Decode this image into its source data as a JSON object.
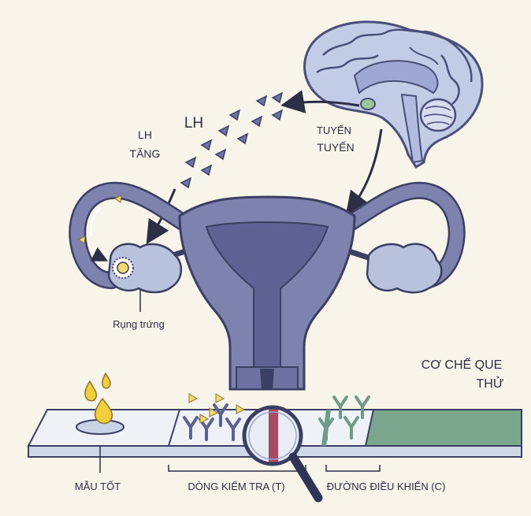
{
  "labels": {
    "lh_big": "LH",
    "lh_rise_1": "LH",
    "lh_rise_2": "TĂNG",
    "gland_1": "TUYẾN",
    "gland_2": "TUYẾN",
    "ovulation": "Rụng trứng",
    "mechanism_1": "CƠ CHẾ QUE",
    "mechanism_2": "THỬ",
    "sample": "MẪU TỐT",
    "test_line": "DÒNG KIỂM TRA (T)",
    "control_line": "ĐƯỜNG ĐIỀU KHIỂN (C)"
  },
  "colors": {
    "background": "#f7f4ea",
    "organ": "#7d82ae",
    "organ_dark": "#3b3f63",
    "brain": "#c3cce6",
    "ovary": "#b8c2dd",
    "antibody_control": "#6d9b86",
    "antigen": "#f3d96a",
    "control_zone": "#7aa68d",
    "test_line": "#a74a62",
    "drop": "#f4cd3a"
  }
}
